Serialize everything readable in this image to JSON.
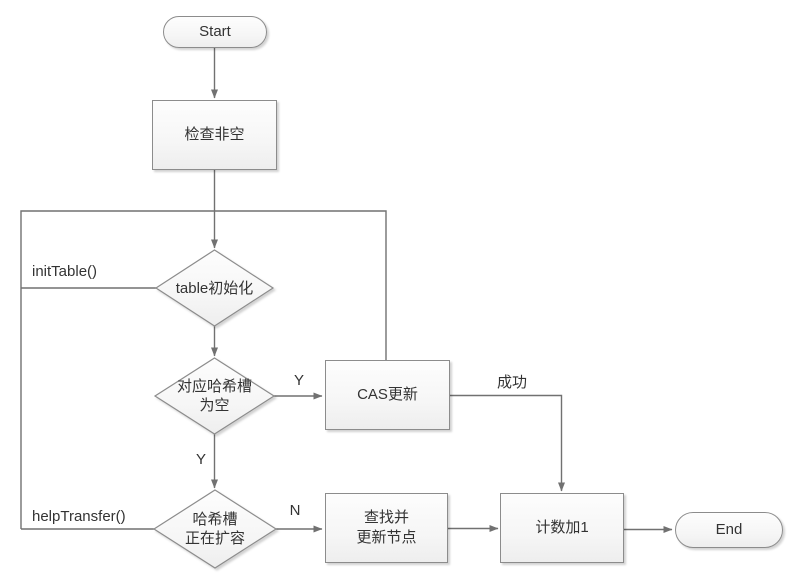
{
  "diagram": {
    "nodes": {
      "start": {
        "label": "Start"
      },
      "check_nonnull": {
        "label": "检查非空"
      },
      "table_init": {
        "label": "table初始化"
      },
      "slot_empty": {
        "line1": "对应哈希槽",
        "line2": "为空"
      },
      "cas_update": {
        "label": "CAS更新"
      },
      "slot_resizing": {
        "line1": "哈希槽",
        "line2": "正在扩容"
      },
      "find_update_node": {
        "line1": "查找并",
        "line2": "更新节点"
      },
      "increment_count": {
        "label": "计数加1"
      },
      "end": {
        "label": "End"
      }
    },
    "edge_labels": {
      "init_table": "initTable()",
      "help_transfer": "helpTransfer()",
      "slot_empty_right_yes": "Y",
      "slot_empty_down_yes": "Y",
      "cas_success": "成功",
      "resizing_no": "N"
    },
    "colors": {
      "line": "#717171",
      "shape_border": "#8c8c8c",
      "shape_fill_top": "#fdfdfd",
      "shape_fill_bottom": "#eeeeee",
      "text": "#333333"
    }
  }
}
